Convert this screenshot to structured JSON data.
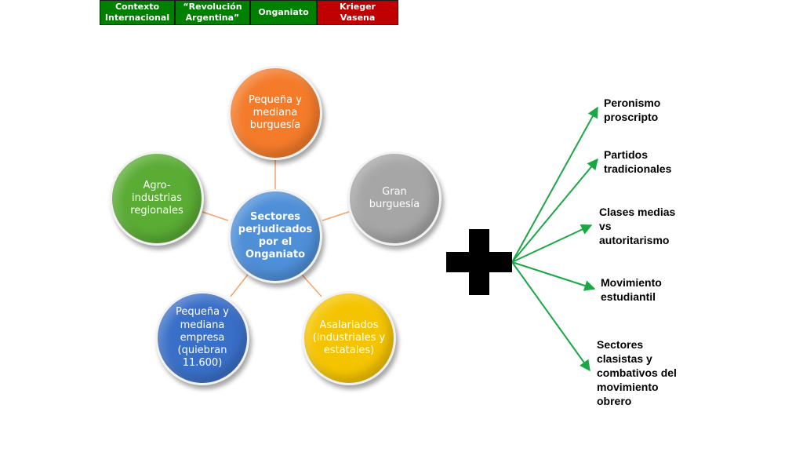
{
  "tabs": [
    {
      "label": "Contexto\nInternacional",
      "color": "#008000"
    },
    {
      "label": "“Revolución\nArgentina”",
      "color": "#008000"
    },
    {
      "label": "Onganiato",
      "color": "#008000"
    },
    {
      "label": "Krieger Vasena",
      "color": "#c00000"
    }
  ],
  "diagram": {
    "center": {
      "label": "Sectores\nperjudicados\npor el\nOnganiato",
      "color": "#4f8fd8"
    },
    "satellites": [
      {
        "label": "Pequeña y\nmediana\nburguesía",
        "color": "#f47b2a"
      },
      {
        "label": "Gran\nburguesía",
        "color": "#a6a6a6"
      },
      {
        "label": "Asalariados\n(industriales y\nestatales)",
        "color": "#f5c400"
      },
      {
        "label": "Pequeña y\nmediana\nempresa\n(quiebran\n11.600)",
        "color": "#3a6fc8"
      },
      {
        "label": "Agro-\nindustrias\nregionales",
        "color": "#5aac34"
      }
    ],
    "connector_color": "#f4a36a"
  },
  "plus_symbol": "plus-icon",
  "arrow_color": "#1aa845",
  "targets": [
    "Peronismo\nproscripto",
    "Partidos\ntradicionales",
    "Clases medias\nvs\nautoritarismo",
    "Movimiento\nestudiantil",
    "Sectores\nclasistas y\ncombativos del\nmovimiento\nobrero"
  ]
}
